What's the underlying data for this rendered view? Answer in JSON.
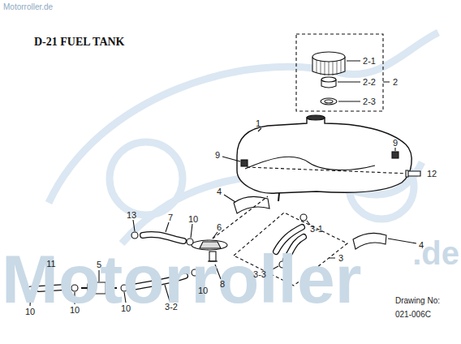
{
  "diagram": {
    "title": "D-21  FUEL TANK",
    "labels": [
      "Motorroller.de",
      "2-1",
      "2-2",
      "2-3",
      "2",
      "1",
      "9",
      "9",
      "12",
      "4",
      "4",
      "13",
      "7",
      "10",
      "6",
      "3-1",
      "3",
      "3-3",
      "11",
      "5",
      "8",
      "10",
      "10",
      "10",
      "10",
      "3-2",
      "Drawing No:",
      "021-006C",
      "Motorroller",
      ".de"
    ]
  }
}
